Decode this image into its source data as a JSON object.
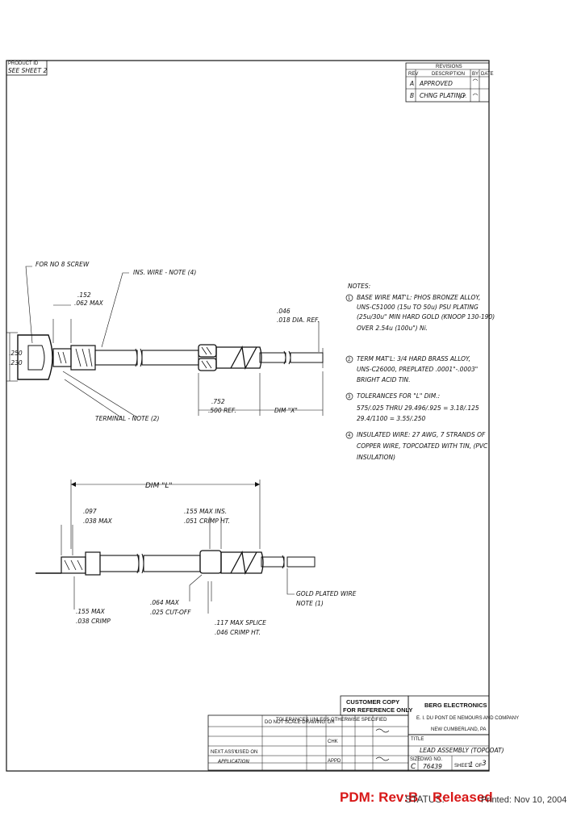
{
  "header": {
    "product_label": "PRODUCT ID",
    "product_value": "SEE SHEET 2"
  },
  "revisions": {
    "title": "REVISIONS",
    "columns": [
      "REV",
      "DESCRIPTION",
      "BY",
      "DATE"
    ],
    "rows": [
      {
        "rev": "A",
        "description": "APPROVED",
        "by": "",
        "date": ""
      },
      {
        "rev": "B",
        "description": "CHNG PLATING",
        "by": "J.P.",
        "date": ""
      }
    ]
  },
  "top_view": {
    "for_screw": "FOR NO 8 SCREW",
    "ins_wire": "INS. WIRE - NOTE (4)",
    "dim_152_top": ".152",
    "dim_152_bot": ".062 MAX",
    "dim_250_top": ".250",
    "dim_250_bot": ".230",
    "dim_046_top": ".046",
    "dim_046_bot": ".018 DIA. REF.",
    "dim_752_top": ".752",
    "dim_752_bot": ".500 REF.",
    "dim_x": "DIM \"X\"",
    "terminal": "TERMINAL - NOTE (2)"
  },
  "notes": {
    "title": "NOTES:",
    "n1": [
      "BASE WIRE MAT'L: PHOS BRONZE ALLOY,",
      "UNS-C51000 (15u TO 50u) PSU PLATING",
      "(25u/30u\" MIN HARD GOLD (KNOOP 130-190)",
      "OVER 2.54u (100u\") Ni."
    ],
    "n2": [
      "TERM MAT'L: 3/4 HARD BRASS ALLOY,",
      "UNS-C26000, PREPLATED .0001\"-.0003\"",
      "BRIGHT ACID TIN."
    ],
    "n3_title": "TOLERANCES FOR \"L\" DIM.:",
    "n3": [
      "575/.025 THRU 29.496/.925 = 3.18/.125",
      "29.4/1100 = 3.55/.250"
    ],
    "n4": [
      "INSULATED WIRE: 27 AWG, 7 STRANDS OF",
      "COPPER WIRE, TOPCOATED WITH TIN, (PVC",
      "INSULATION)"
    ],
    "markers": [
      "1",
      "2",
      "3",
      "4"
    ]
  },
  "bottom_view": {
    "dim_l": "DIM \"L\"",
    "dim_097_top": ".097",
    "dim_097_bot": ".038 MAX",
    "dim_155_top": ".155 MAX INS.",
    "dim_155_bot": ".051 CRIMP HT.",
    "dim_crimp_top": ".155 MAX",
    "dim_crimp_bot": ".038 CRIMP",
    "dim_064_top": ".064 MAX",
    "dim_064_bot": ".025 CUT-OFF",
    "dim_splice_top": ".117 MAX SPLICE",
    "dim_splice_bot": ".046 CRIMP HT.",
    "gold_wire": "GOLD PLATED WIRE",
    "gold_note": "NOTE (1)"
  },
  "title_block": {
    "customer_copy_1": "CUSTOMER COPY",
    "customer_copy_2": "FOR REFERENCE ONLY",
    "company": "BERG ELECTRONICS",
    "company_sub": "E. I. DU PONT DE NEMOURS AND COMPANY",
    "company_loc": "NEW CUMBERLAND, PA",
    "do_not_scale": "DO NOT SCALE DRAWING",
    "tolerances": "TOLERANCES UNLESS OTHERWISE SPECIFIED",
    "title_label": "TITLE",
    "title_value": "LEAD ASSEMBLY (TOPCOAT)",
    "size_label": "SIZE",
    "size_value": "C",
    "dwg_label": "DWG NO.",
    "dwg_value": "76439",
    "sheet_label": "SHEET",
    "sheet_value": "1",
    "sheet_of": "OF",
    "sheet_total": "3",
    "next_assy": "NEXT ASSY",
    "used_on": "USED ON",
    "application": "APPLICATION",
    "drawn": "DR",
    "checked": "CHK",
    "approved": "APPD"
  },
  "footer": {
    "pdm": "PDM: Rev:B",
    "status_label": "STATUS:",
    "status_value": "Released",
    "printed": "Printed: Nov 10, 2004"
  }
}
